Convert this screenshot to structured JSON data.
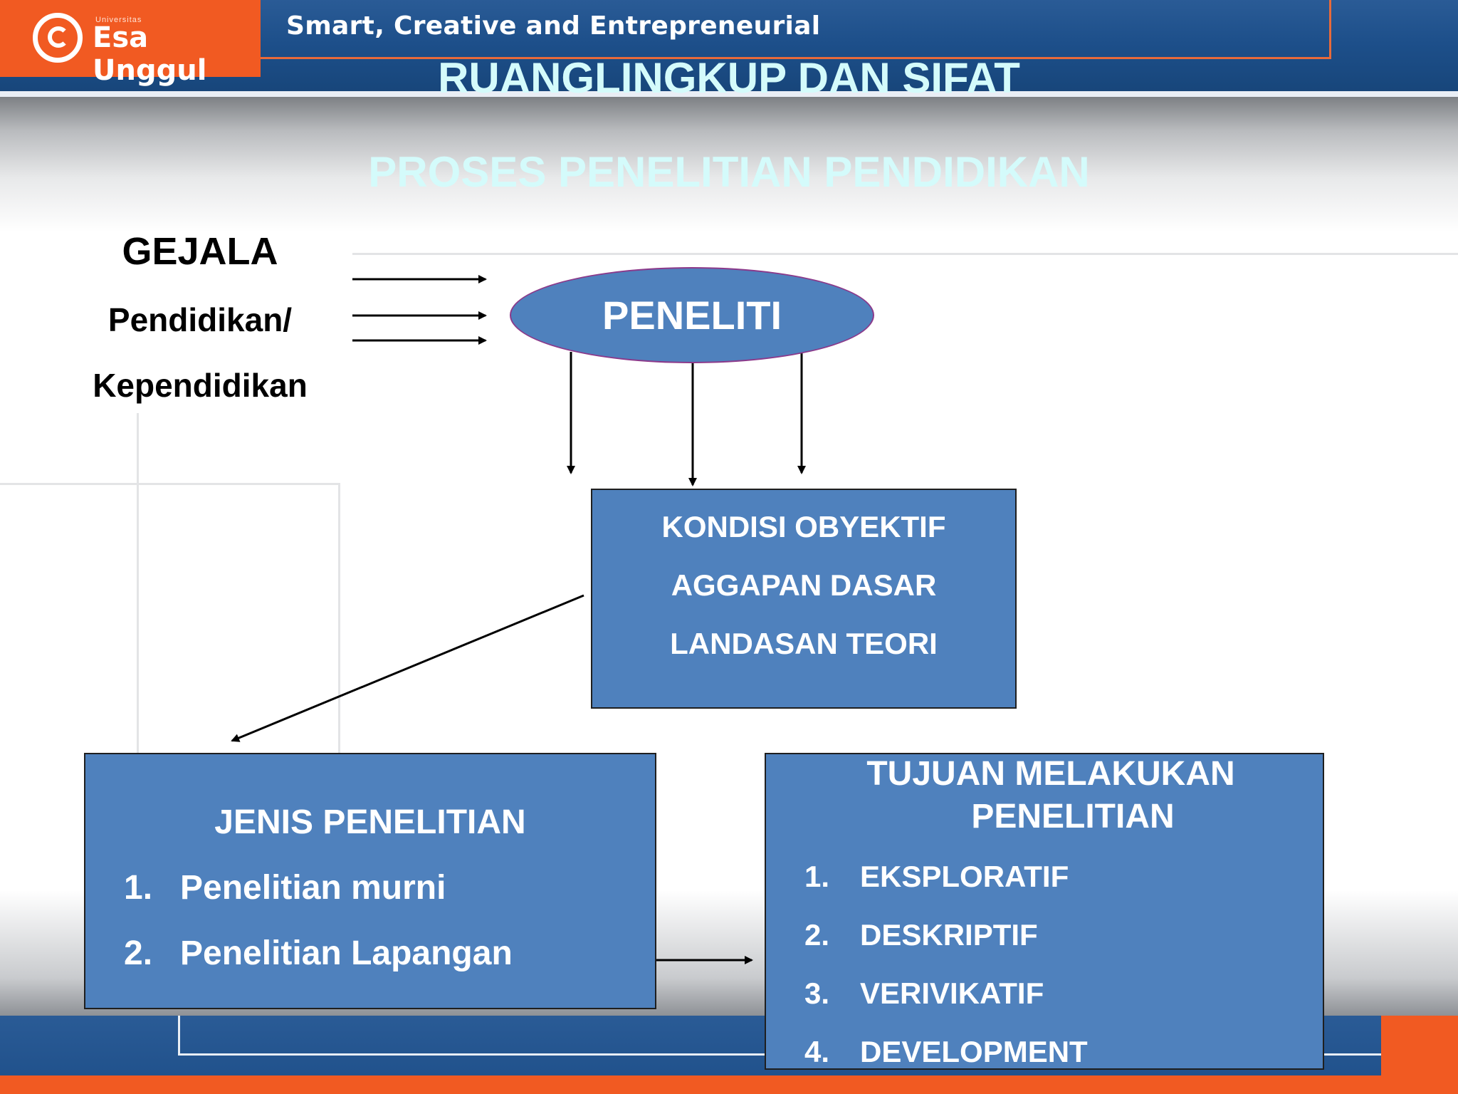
{
  "header": {
    "logo_small": "Universitas",
    "logo_text": "Esa Unggul",
    "tagline": "Smart, Creative and Entrepreneurial"
  },
  "title": {
    "line1": "RUANGLINGKUP DAN SIFAT",
    "line2": "PROSES PENELITIAN PENDIDIKAN"
  },
  "gejala": {
    "line1": "GEJALA",
    "line2": "Pendidikan/",
    "line3": "Kependidikan"
  },
  "peneliti": "PENELITI",
  "kondisi": {
    "items": [
      "KONDISI OBYEKTIF",
      "AGGAPAN DASAR",
      "LANDASAN TEORI"
    ]
  },
  "jenis": {
    "heading": "JENIS PENELITIAN",
    "items": [
      {
        "num": "1.",
        "text": "Penelitian murni"
      },
      {
        "num": "2.",
        "text": "Penelitian Lapangan"
      }
    ]
  },
  "tujuan": {
    "heading_line1": "TUJUAN MELAKUKAN",
    "heading_line2": "PENELITIAN",
    "items": [
      {
        "num": "1.",
        "text": "EKSPLORATIF"
      },
      {
        "num": "2.",
        "text": "DESKRIPTIF"
      },
      {
        "num": "3.",
        "text": "VERIVIKATIF"
      },
      {
        "num": "4.",
        "text": "DEVELOPMENT"
      }
    ]
  },
  "colors": {
    "box_fill": "#4f81bd",
    "title": "#d4fbfb",
    "brand_orange": "#f15a22",
    "brand_blue": "#1d4f8a"
  }
}
